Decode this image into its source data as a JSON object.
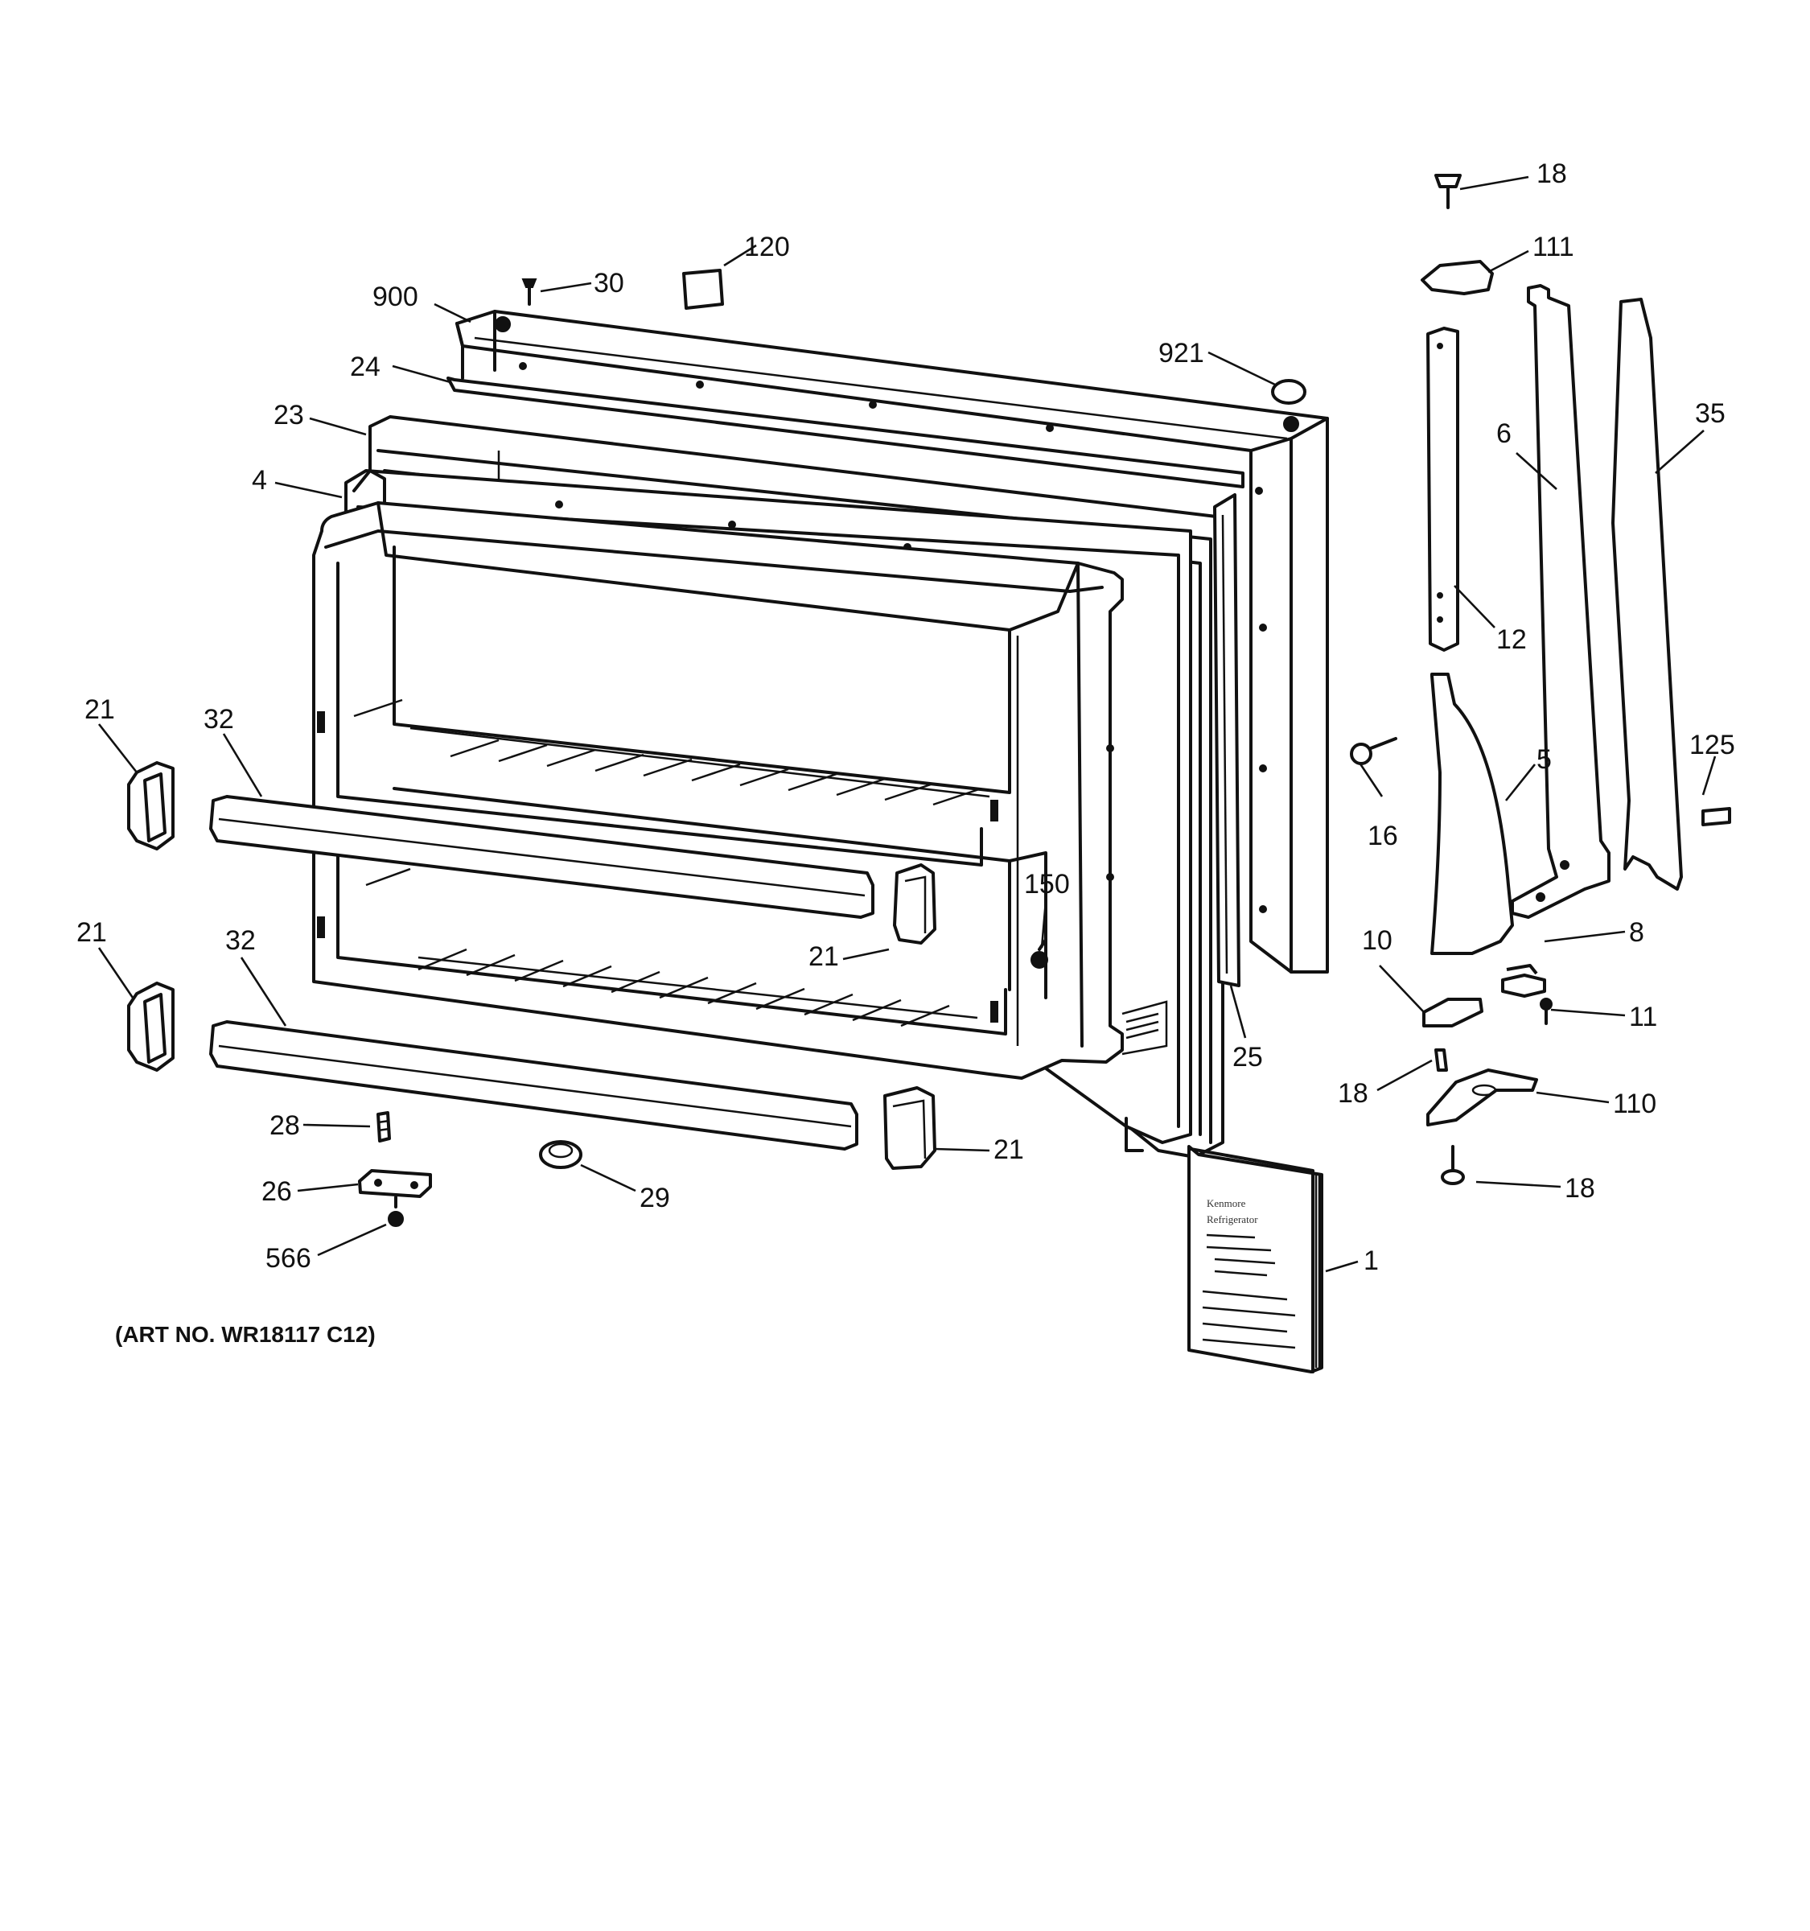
{
  "diagram": {
    "art_number": "(ART NO. WR18117 C12)",
    "manual_lines": [
      "Kenmore",
      "Refrigerator"
    ],
    "callouts": [
      {
        "id": "c-18-top",
        "label": "18"
      },
      {
        "id": "c-111",
        "label": "111"
      },
      {
        "id": "c-120",
        "label": "120"
      },
      {
        "id": "c-30",
        "label": "30"
      },
      {
        "id": "c-900",
        "label": "900"
      },
      {
        "id": "c-921",
        "label": "921"
      },
      {
        "id": "c-24",
        "label": "24"
      },
      {
        "id": "c-23",
        "label": "23"
      },
      {
        "id": "c-4",
        "label": "4"
      },
      {
        "id": "c-6",
        "label": "6"
      },
      {
        "id": "c-35",
        "label": "35"
      },
      {
        "id": "c-12",
        "label": "12"
      },
      {
        "id": "c-21-a",
        "label": "21"
      },
      {
        "id": "c-32-a",
        "label": "32"
      },
      {
        "id": "c-16",
        "label": "16"
      },
      {
        "id": "c-5",
        "label": "5"
      },
      {
        "id": "c-125",
        "label": "125"
      },
      {
        "id": "c-150",
        "label": "150"
      },
      {
        "id": "c-21-b",
        "label": "21"
      },
      {
        "id": "c-21-c",
        "label": "21"
      },
      {
        "id": "c-32-b",
        "label": "32"
      },
      {
        "id": "c-10",
        "label": "10"
      },
      {
        "id": "c-8",
        "label": "8"
      },
      {
        "id": "c-11",
        "label": "11"
      },
      {
        "id": "c-25",
        "label": "25"
      },
      {
        "id": "c-18-mid",
        "label": "18"
      },
      {
        "id": "c-110",
        "label": "110"
      },
      {
        "id": "c-28",
        "label": "28"
      },
      {
        "id": "c-21-d",
        "label": "21"
      },
      {
        "id": "c-26",
        "label": "26"
      },
      {
        "id": "c-29",
        "label": "29"
      },
      {
        "id": "c-18-bot",
        "label": "18"
      },
      {
        "id": "c-566",
        "label": "566"
      },
      {
        "id": "c-1",
        "label": "1"
      }
    ]
  }
}
